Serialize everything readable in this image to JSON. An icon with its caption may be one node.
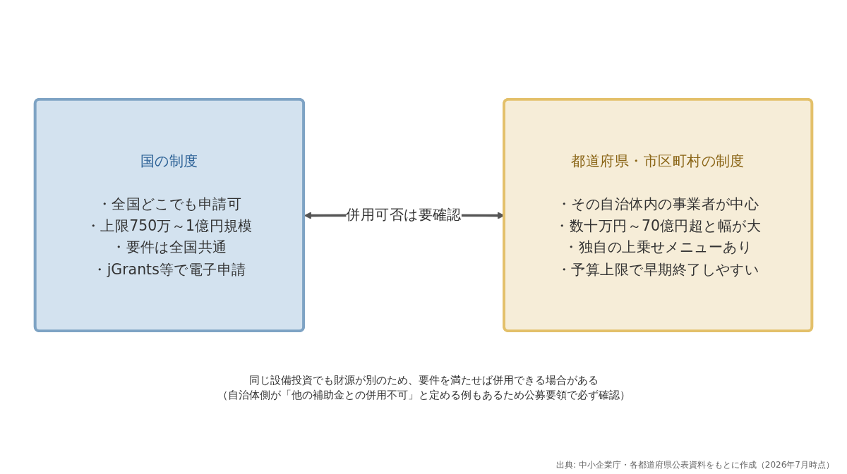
{
  "diagram": {
    "nodes": [
      {
        "text": [
          "国の制度",
          "・全国どこでも申請可",
          "・上限750万～1億円規模",
          "・要件は全国共通",
          "・jGrants等で電子申請"
        ]
      },
      {
        "text": [
          "都道府県・市区町村の制度",
          "・その自治体内の事業者が中心",
          "・数十万円～70億円超と幅が大",
          "・独自の上乗せメニューあり",
          "・予算上限で早期終了しやすい"
        ]
      }
    ],
    "edges": [
      {
        "from": 0,
        "to": 1,
        "arrow": "both",
        "label": "併用可否は要確認"
      }
    ],
    "caption": "同じ設備投資でも財源が別のため、要件を満たせば併用できる場合がある",
    "labels": [
      "（自治体側が「他の補助金との併用不可」と定める例もあるため公募要領で必ず確認）",
      "出典: 中小企業庁・各都道府県公表資料をもとに作成（2026年7月時点）"
    ]
  }
}
